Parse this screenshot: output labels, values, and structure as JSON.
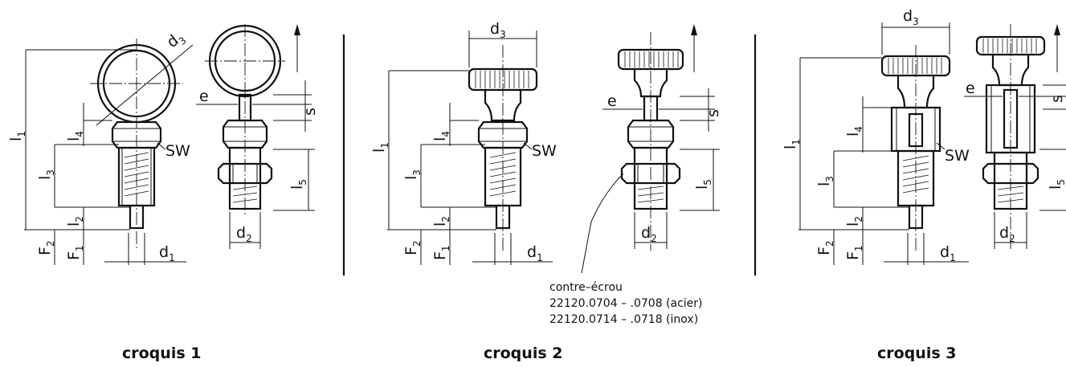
{
  "captions": [
    "croquis 1",
    "croquis 2",
    "croquis 3"
  ],
  "labels": {
    "l1": "l",
    "l1_sub": "1",
    "l2": "l",
    "l2_sub": "2",
    "l3": "l",
    "l3_sub": "3",
    "l4": "l",
    "l4_sub": "4",
    "l5": "l",
    "l5_sub": "5",
    "d1": "d",
    "d1_sub": "1",
    "d2": "d",
    "d2_sub": "2",
    "d3": "d",
    "d3_sub": "3",
    "F1": "F",
    "F1_sub": "1",
    "F2": "F",
    "F2_sub": "2",
    "e": "e",
    "s": "s",
    "SW": "SW"
  },
  "note": {
    "line1": "contre–écrou",
    "line2": "22120.0704  –  .0708  (acier)",
    "line3": "22120.0714  –  .0718  (inox)"
  }
}
